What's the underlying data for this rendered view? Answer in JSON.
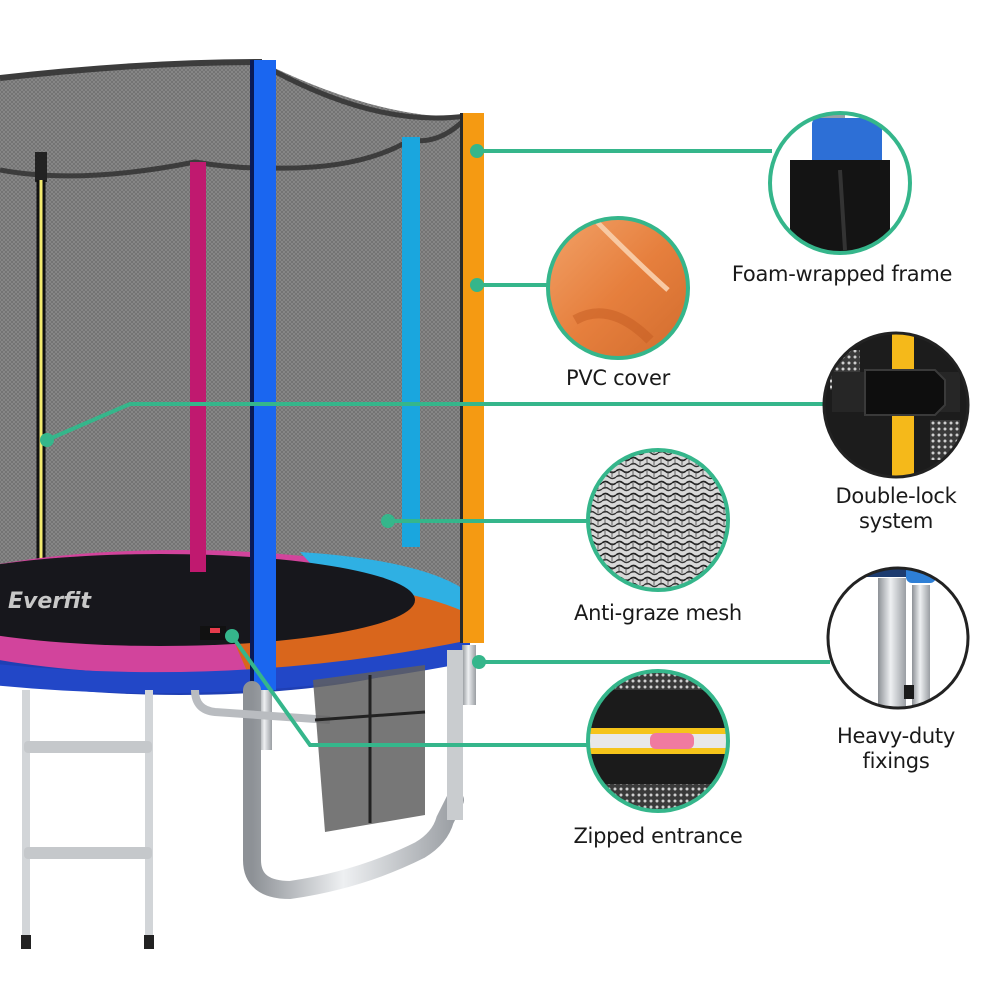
{
  "product": {
    "brand_logo": "Everfit",
    "type": "trampoline-with-safety-net"
  },
  "colors": {
    "accent_line": "#35b68b",
    "net": "#7a7a7a",
    "pad_blue": "#1f4fd1",
    "pad_pink": "#d2449c",
    "pad_orange": "#d9661c",
    "pad_cyan": "#2fb0e3",
    "pole_blue": "#1a66f0",
    "pole_magenta": "#c0196f",
    "pole_cyan": "#1aa6de",
    "pole_orange": "#f59a12",
    "frame_steel": "#b9bcc0"
  },
  "features": [
    {
      "id": "foam-wrapped-frame",
      "label": "Foam-wrapped frame",
      "icon": "foam-pole-closeup-icon"
    },
    {
      "id": "pvc-cover",
      "label": "PVC cover",
      "icon": "orange-fabric-closeup-icon"
    },
    {
      "id": "double-lock-system",
      "label": "Double-lock\nsystem",
      "icon": "buckle-closeup-icon"
    },
    {
      "id": "anti-graze-mesh",
      "label": "Anti-graze mesh",
      "icon": "mesh-closeup-icon"
    },
    {
      "id": "heavy-duty-fixings",
      "label": "Heavy-duty\nfixings",
      "icon": "steel-pole-closeup-icon"
    },
    {
      "id": "zipped-entrance",
      "label": "Zipped entrance",
      "icon": "zipper-closeup-icon"
    }
  ]
}
